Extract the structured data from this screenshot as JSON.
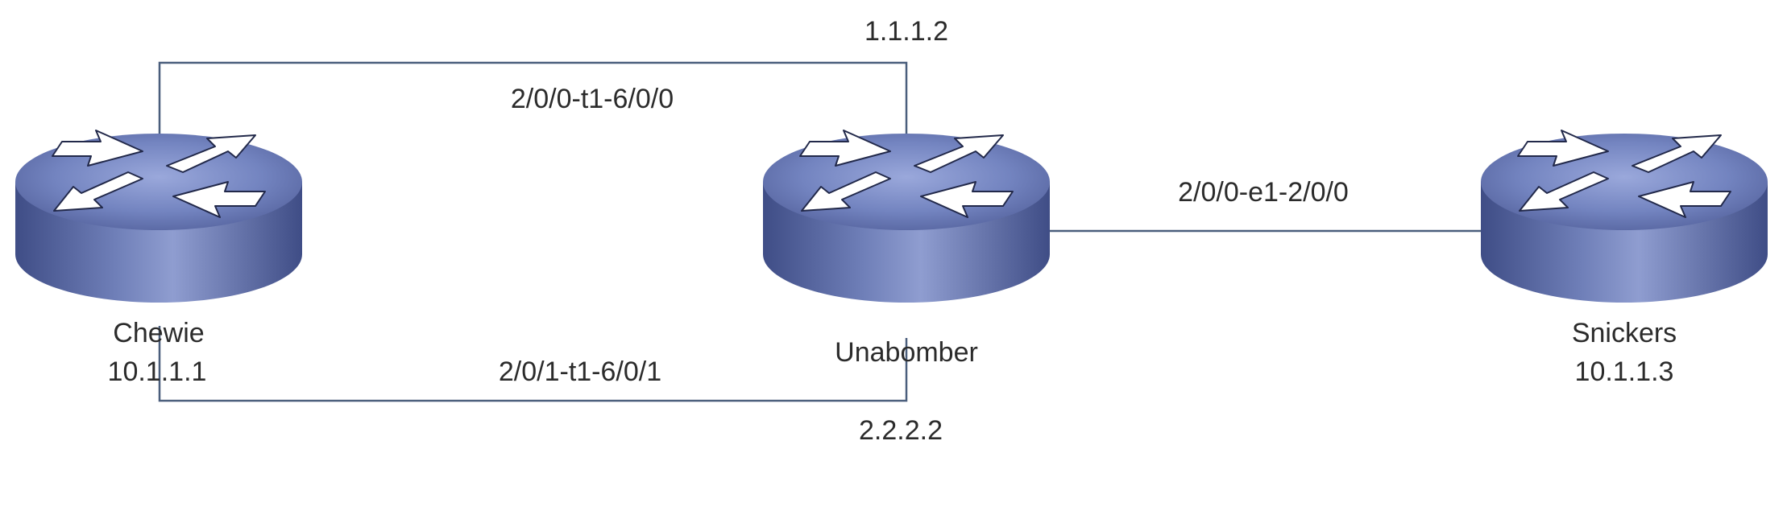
{
  "routers": {
    "left": {
      "name": "Chewie",
      "ip": "10.1.1.1"
    },
    "center": {
      "name": "Unabomber"
    },
    "right": {
      "name": "Snickers",
      "ip": "10.1.1.3"
    }
  },
  "links": {
    "top": "2/0/0-t1-6/0/0",
    "bottom": "2/0/1-t1-6/0/1",
    "right": "2/0/0-e1-2/0/0"
  },
  "addresses": {
    "top": "1.1.1.2",
    "bottom": "2.2.2.2"
  },
  "colors": {
    "link_line": "#4a5e7c",
    "router_top": "#7f8fc3",
    "router_side_dark": "#4a5890",
    "arrow_fill": "#ffffff"
  },
  "icons": [
    "router-icon"
  ]
}
